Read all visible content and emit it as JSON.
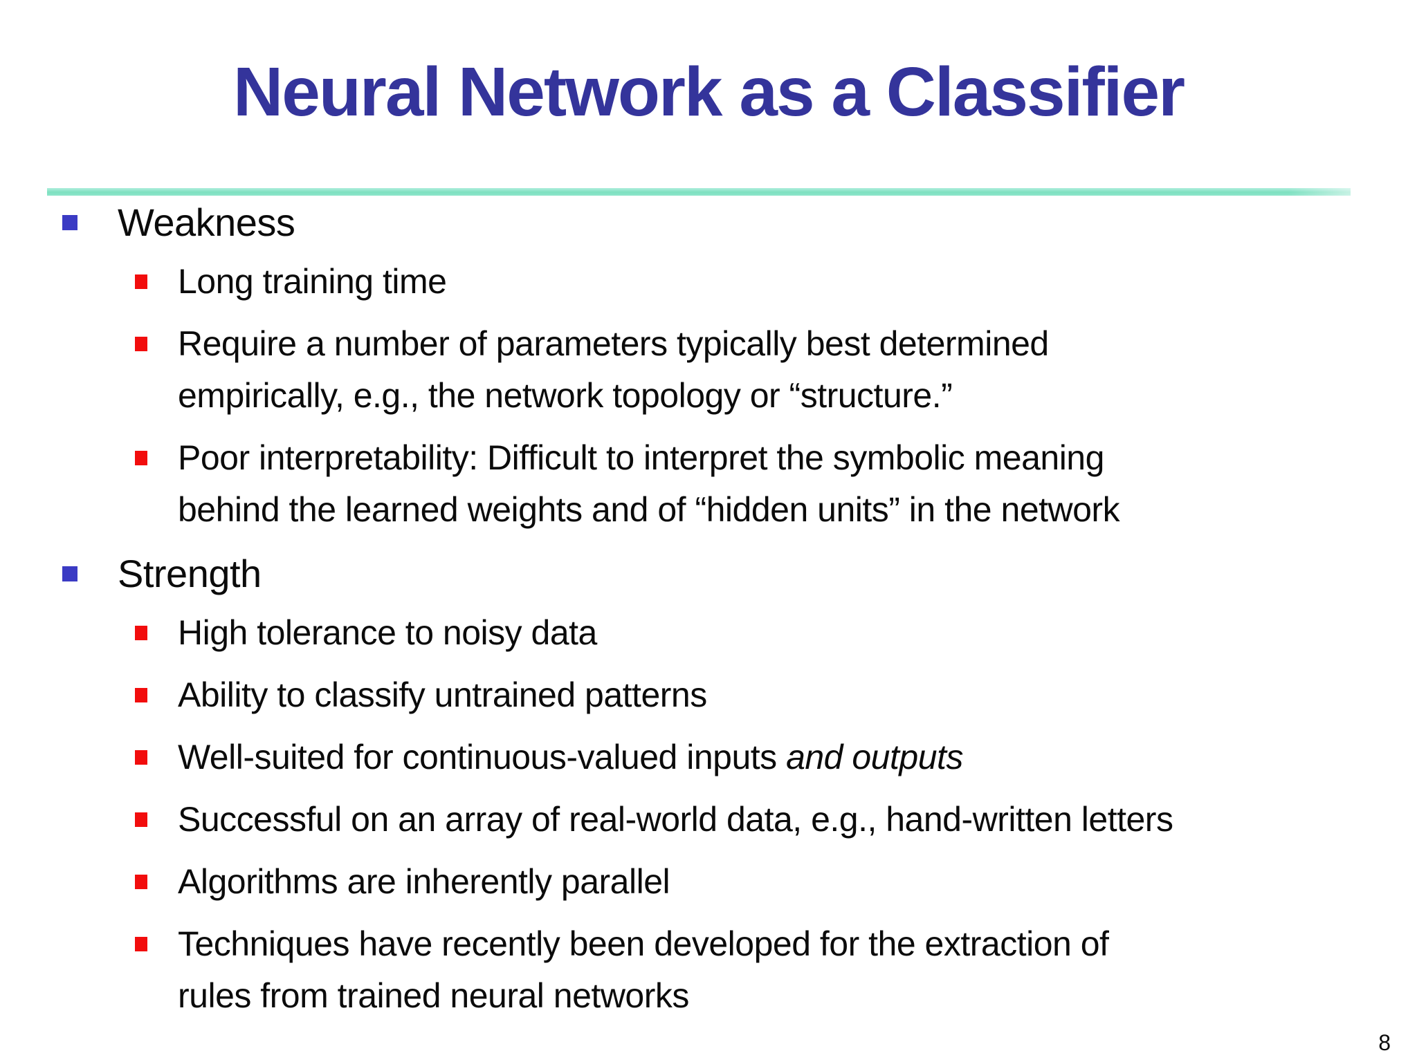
{
  "slide": {
    "title": "Neural Network as a Classifier",
    "page_number": "8",
    "accent_colors": {
      "title_blue": "#34349B",
      "divider_teal": "#7DE0C0",
      "level1_bullet_blue": "#3B3BC4",
      "level2_bullet_red": "#F20D0D"
    },
    "sections": [
      {
        "label": "Weakness",
        "items": [
          {
            "text": "Long training time"
          },
          {
            "text": "Require a number of parameters typically best determined\nempirically, e.g., the network topology or “structure.”"
          },
          {
            "text": "Poor interpretability: Difficult to interpret the symbolic meaning\nbehind the learned weights and of “hidden units” in the network"
          }
        ]
      },
      {
        "label": "Strength",
        "items": [
          {
            "text": "High tolerance to noisy data"
          },
          {
            "text": "Ability to classify untrained patterns"
          },
          {
            "text": "Well-suited for continuous-valued inputs ",
            "italic": "and outputs"
          },
          {
            "text": "Successful on an array of real-world data, e.g., hand-written letters"
          },
          {
            "text": "Algorithms are inherently parallel"
          },
          {
            "text": "Techniques have recently been developed for the extraction of\nrules from trained neural networks"
          }
        ]
      }
    ]
  }
}
